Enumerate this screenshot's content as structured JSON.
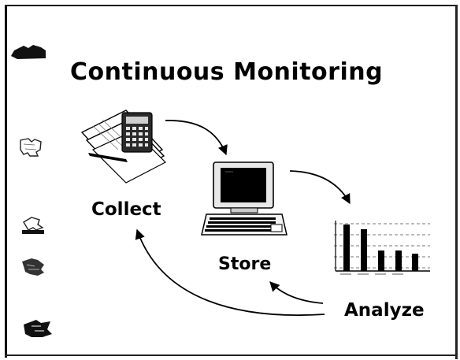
{
  "slide": {
    "title": "Continuous Monitoring",
    "steps": {
      "collect": "Collect",
      "store": "Store",
      "analyze": "Analyze"
    }
  },
  "icons": {
    "collect": "calculator-papers-icon",
    "store": "computer-icon",
    "analyze": "bar-chart-icon"
  },
  "colors": {
    "ink": "#000000",
    "background": "#ffffff"
  }
}
